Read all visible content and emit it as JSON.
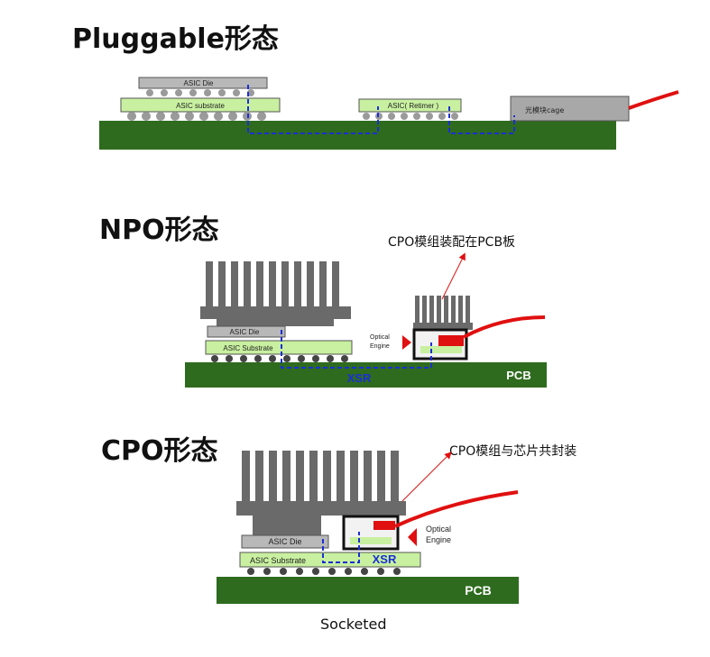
{
  "titles": {
    "pluggable": "Pluggable形态",
    "npo": "NPO形态",
    "cpo": "CPO形态"
  },
  "pluggable": {
    "asic_die": "ASIC Die",
    "asic_substrate": "ASIC substrate",
    "retimer": "ASIC( Retimer )",
    "cage": "光模块cage"
  },
  "npo": {
    "note": "CPO模组装配在PCB板",
    "asic_die": "ASIC Die",
    "asic_substrate": "ASIC Substrate",
    "optical_engine_1": "Optical",
    "optical_engine_2": "Engine",
    "xsr": "XSR",
    "pcb": "PCB"
  },
  "cpo": {
    "note": "CPO模组与芯片共封装",
    "asic_die": "ASIC Die",
    "asic_substrate": "ASIC Substrate",
    "optical_engine_1": "Optical",
    "optical_engine_2": "Engine",
    "xsr": "XSR",
    "pcb": "PCB",
    "caption": "Socketed"
  },
  "colors": {
    "pcb_green": "#2e6b1e",
    "substrate_green": "#c8f0a0",
    "die_gray": "#b8b8b8",
    "heatsink_gray": "#6a6a6a",
    "signal_blue": "#1a2fd6",
    "fiber_red": "#e01010"
  }
}
